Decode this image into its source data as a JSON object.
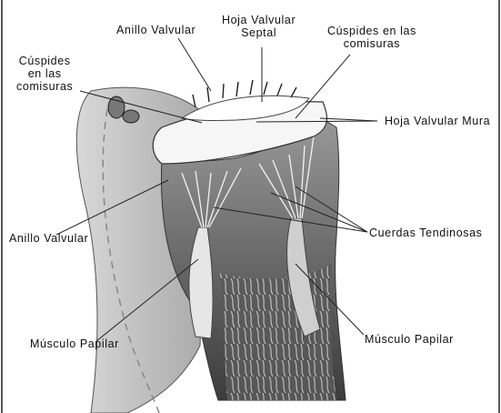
{
  "labels": {
    "anillo_valvular_top": "Anillo Valvular",
    "hoja_valvular_septal": "Hoja Valvular\nSeptal",
    "cuspides_right": "Cúspides en las\ncomisuras",
    "cuspides_left": "Cúspides\nen las\ncomisuras",
    "hoja_valvular_mural": "Hoja Valvular Mura",
    "anillo_valvular_left": "Anillo Valvular",
    "cuerdas_tendinosas": "Cuerdas Tendinosas",
    "musculo_papilar_left": "Músculo Papilar",
    "musculo_papilar_right": "Músculo Papilar"
  },
  "colors": {
    "ink": "#111111",
    "muscle_dark": "#4a4a4a",
    "muscle_mid": "#8c8c8c",
    "leaflet": "#f4f4f4"
  }
}
